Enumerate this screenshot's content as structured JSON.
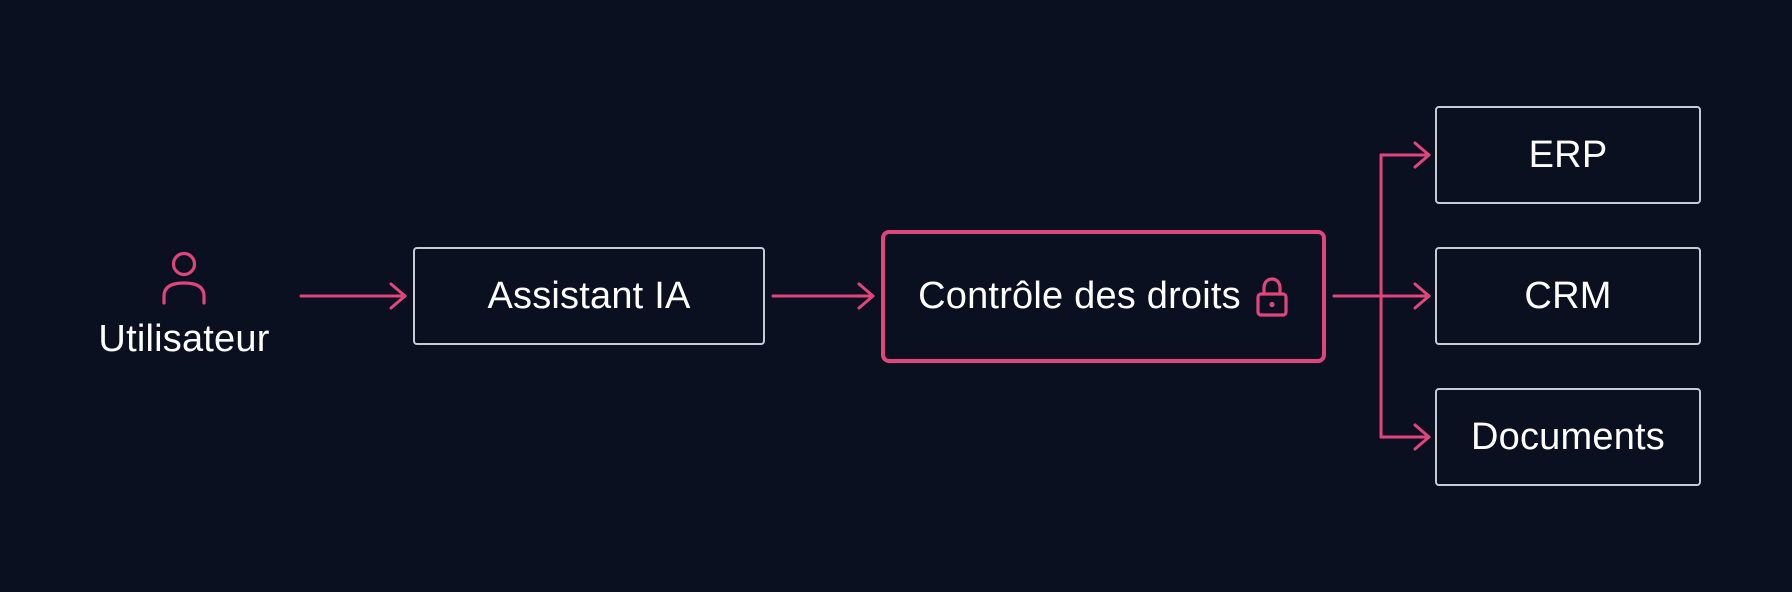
{
  "diagram": {
    "user": {
      "label": "Utilisateur",
      "icon": "user-icon"
    },
    "assistant": {
      "label": "Assistant IA"
    },
    "rights_check": {
      "label": "Contrôle des droits",
      "icon": "lock-icon"
    },
    "targets": [
      {
        "label": "ERP"
      },
      {
        "label": "CRM"
      },
      {
        "label": "Documents"
      }
    ]
  },
  "colors": {
    "background": "#0b1020",
    "accent": "#e0457b",
    "box_border": "#c6cbd6",
    "text": "#ffffff"
  }
}
